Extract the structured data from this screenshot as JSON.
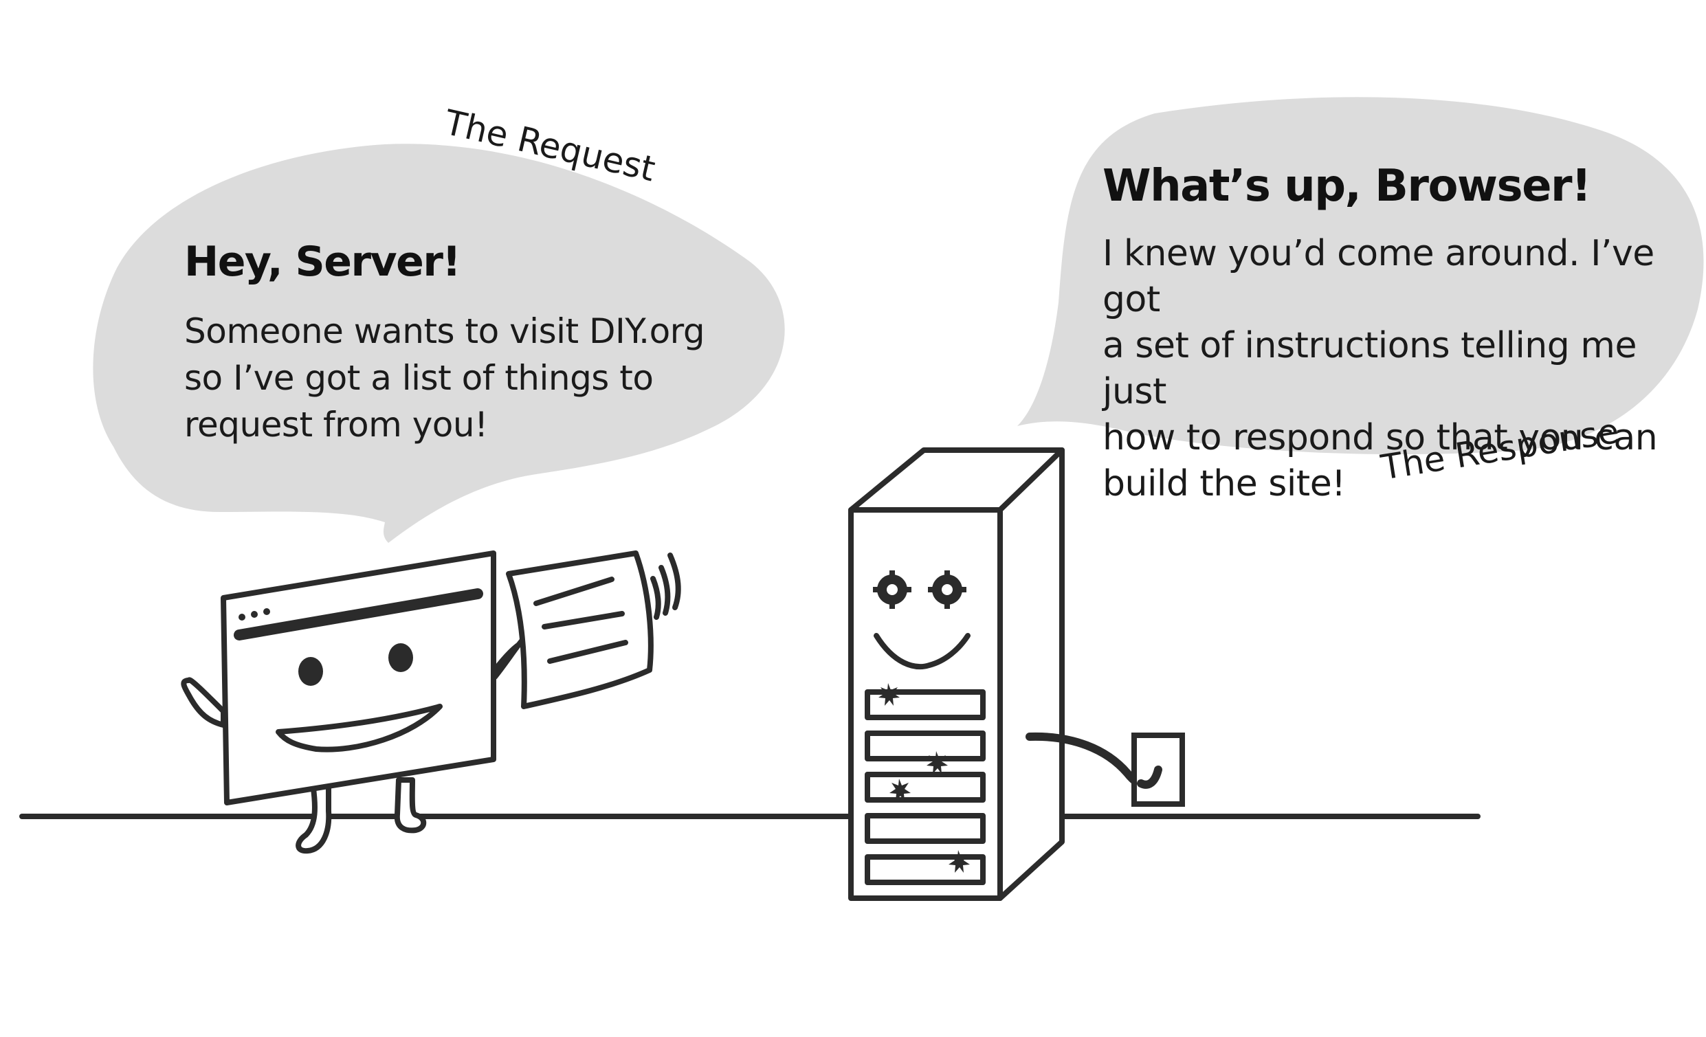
{
  "request": {
    "caption": "The Request",
    "title": "Hey, Server!",
    "body": "Someone wants to visit DIY.org\nso I’ve got a list of things to\nrequest from you!"
  },
  "response": {
    "caption": "The Response",
    "title": "What’s up, Browser!",
    "body": "I knew you’d come around. I’ve got\na set of instructions telling me just\nhow to respond so that you can\nbuild the site!"
  },
  "colors": {
    "bubble": "#dcdcdc",
    "ink": "#2b2b2b",
    "background": "#ffffff"
  },
  "icons": [
    "browser-character",
    "server-character",
    "request-paper",
    "power-outlet",
    "cable",
    "gear-eye-icon",
    "spark-icon"
  ]
}
